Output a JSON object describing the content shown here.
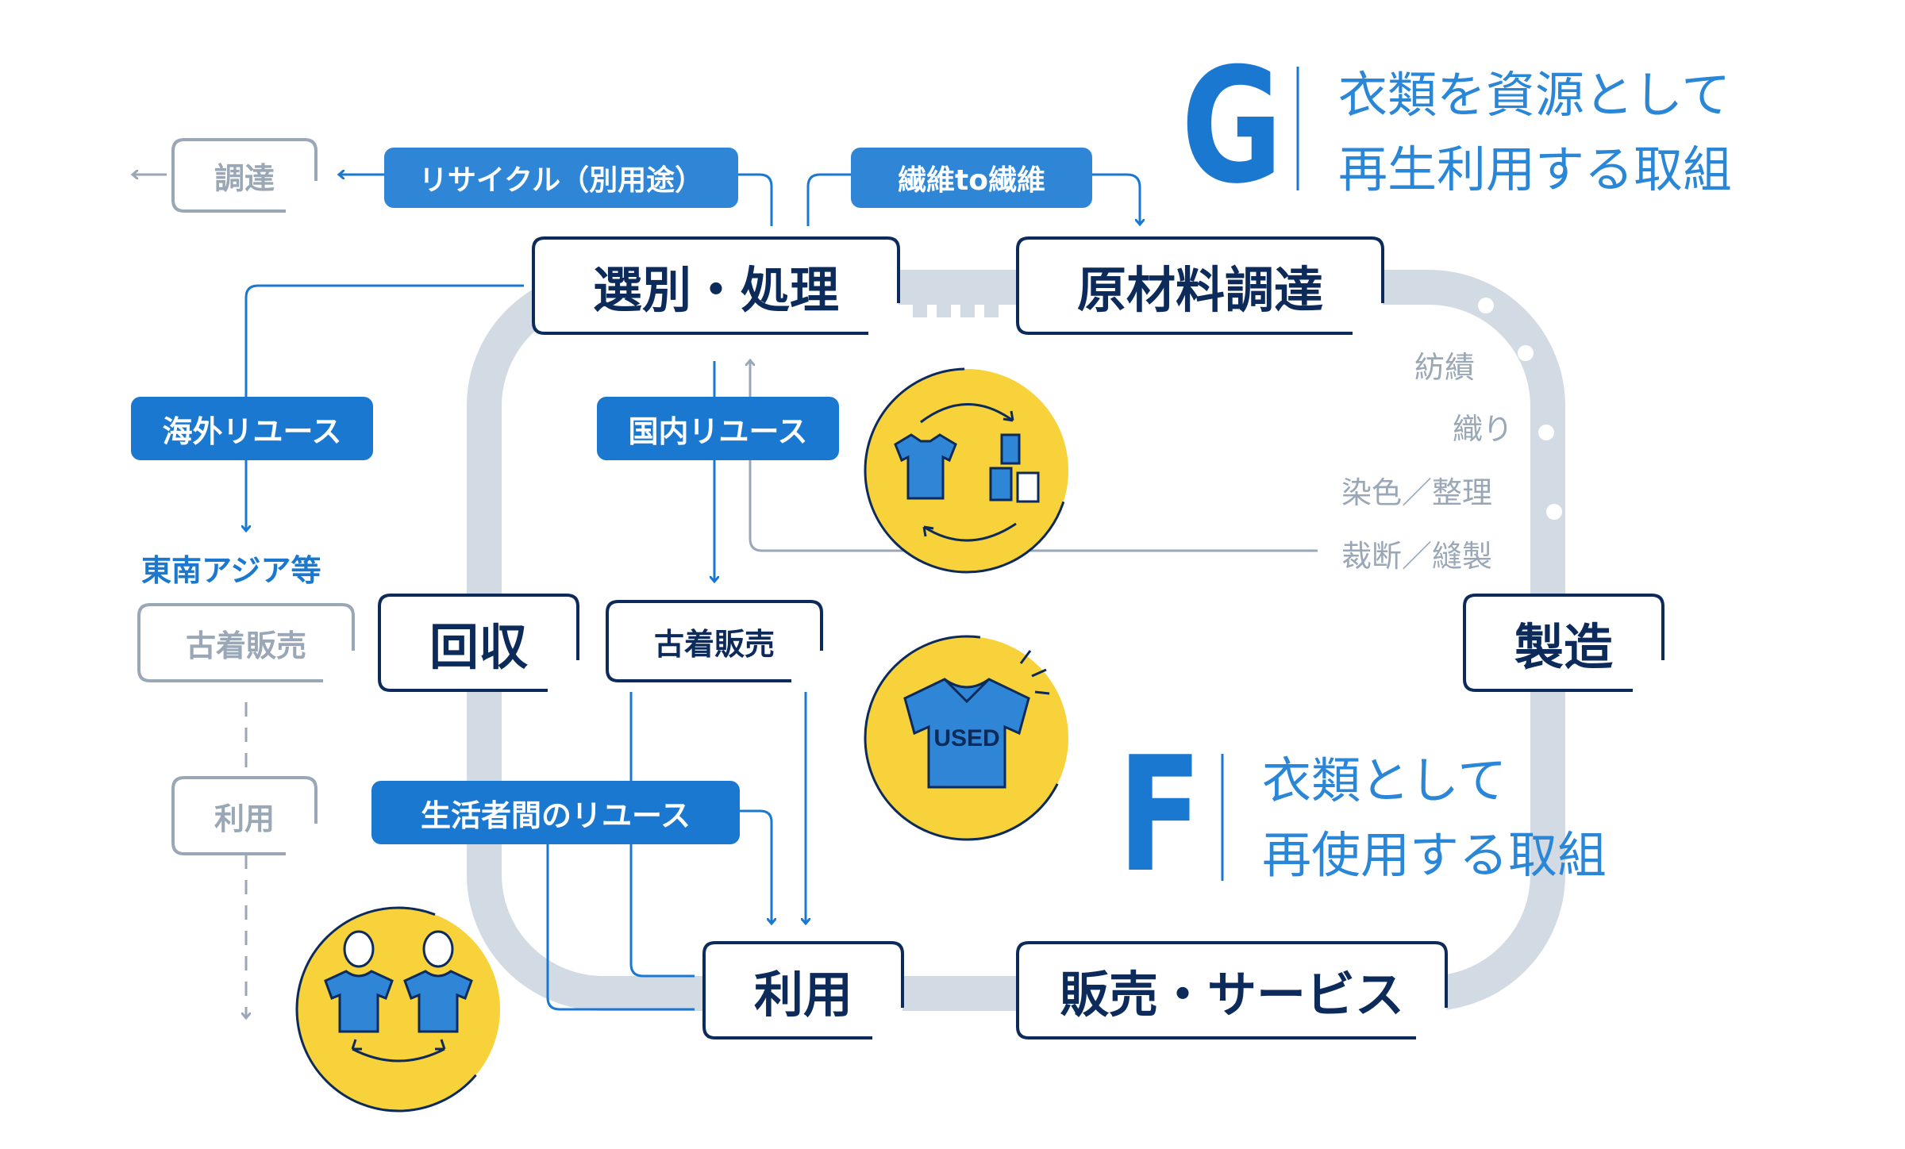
{
  "colors": {
    "navy": "#0c2a5a",
    "blue": "#1a78d0",
    "pill_blue": "#2f86d6",
    "gray": "#9aa7b6",
    "track": "#d2dae4",
    "yellow": "#f7d23a"
  },
  "nodes": {
    "sort_process": "選別・処理",
    "raw_material": "原材料調達",
    "collection": "回収",
    "used_sales_domestic": "古着販売",
    "manufacturing": "製造",
    "use": "利用",
    "sales_service": "販売・サービス"
  },
  "pills": {
    "recycle_other": "リサイクル（別用途）",
    "fiber_to_fiber": "繊維to繊維",
    "overseas_reuse": "海外リユース",
    "domestic_reuse": "国内リユース",
    "consumer_reuse": "生活者間のリユース"
  },
  "gray_labels": {
    "procure": "調達",
    "used_sales_overseas": "古着販売",
    "use_overseas": "利用"
  },
  "southeast_asia": "東南アジア等",
  "process_steps": [
    "紡績",
    "織り",
    "染色／整理",
    "裁断／縫製"
  ],
  "section_g": {
    "letter": "G",
    "line1": "衣類を資源として",
    "line2": "再生利用する取組"
  },
  "section_f": {
    "letter": "F",
    "line1": "衣類として",
    "line2": "再使用する取組"
  },
  "icons": [
    "recycle-clothes-icon",
    "used-shirt-icon",
    "people-exchange-icon"
  ],
  "shirt_badge": "USED"
}
